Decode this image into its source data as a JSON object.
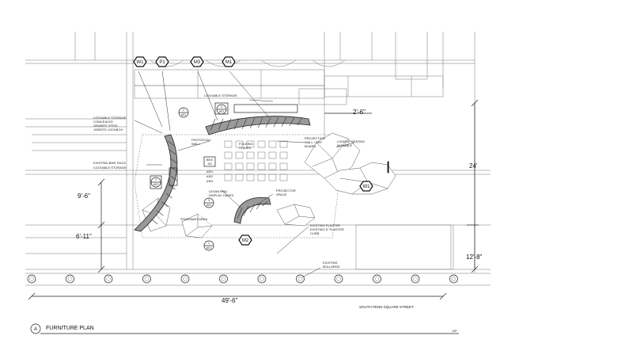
{
  "plan": {
    "title": "FURNITURE  PLAN",
    "view_letter": "A",
    "scale_note": "1/8\"",
    "street": "SOUTH PENN SQUARE STREET"
  },
  "dimensions": {
    "d_2_6": "2'-6\"",
    "d_24": "24'",
    "d_9_6": "9'-6\"",
    "d_6_11": "6'-11\"",
    "d_12_8": "12'-8\"",
    "d_49_6": "49'-6\""
  },
  "tags": {
    "w1": "W1",
    "p1": "P1",
    "m3": "M3",
    "m1": "M1",
    "w1b": "W1",
    "m2": "M2"
  },
  "callouts": {
    "lockable_storage_top": "LOCKABLE STORAGE",
    "lockable_storage_concealed_1": "LOCKABLE STORAGE",
    "lockable_storage_concealed_2": "CONCEALED",
    "lockable_storage_concealed_3": "GRANITE STEEL",
    "lockable_storage_concealed_4": "JOBSITE LOCKBOX",
    "photo_call_1": "PHOTO/CALL",
    "photo_call_2": "WALL",
    "existing_bike_rack": "EXISTING BIKE RACK",
    "lockable_storage_left": "LOCKABLE STORAGE",
    "folding_chairs_1": "FOLDING",
    "folding_chairs_2": "CHAIRS",
    "projection_1": "PROJECTION",
    "projection_2": "WALL / DRY",
    "projection_3": "BOARD",
    "lounge_1": "LOUNGE SEATING",
    "lounge_2": "MOVABLE",
    "lexan_1": "LEXAN IPAD",
    "lexan_2": "DISPLAY CASES",
    "projector_1": "PROJECTOR",
    "projector_2": "SPACE",
    "existing_plaster_1": "EXISTING PLASTER",
    "existing_plaster_2": "EXISTING 6\" PLASTER",
    "existing_plaster_3": "CURB",
    "existing_bollards_1": "EXISTING",
    "existing_bollards_2": "BOLLARDS",
    "stair_label": "STAIR/WAIT AREA"
  },
  "section_markers": {
    "s1_num": "2",
    "s1_sheet": "A01",
    "s2_num": "3",
    "s2_sheet": "A01",
    "s3_num": "2",
    "s3_sheet": "A01",
    "s4_num": "1",
    "s4_sheet": "A01",
    "s5_num": "4",
    "s5_sheet": "A01",
    "room_name": "BIKE",
    "room_num": "101",
    "elev_a": "A301",
    "elev_b": "A302",
    "elev_c": "A303"
  }
}
